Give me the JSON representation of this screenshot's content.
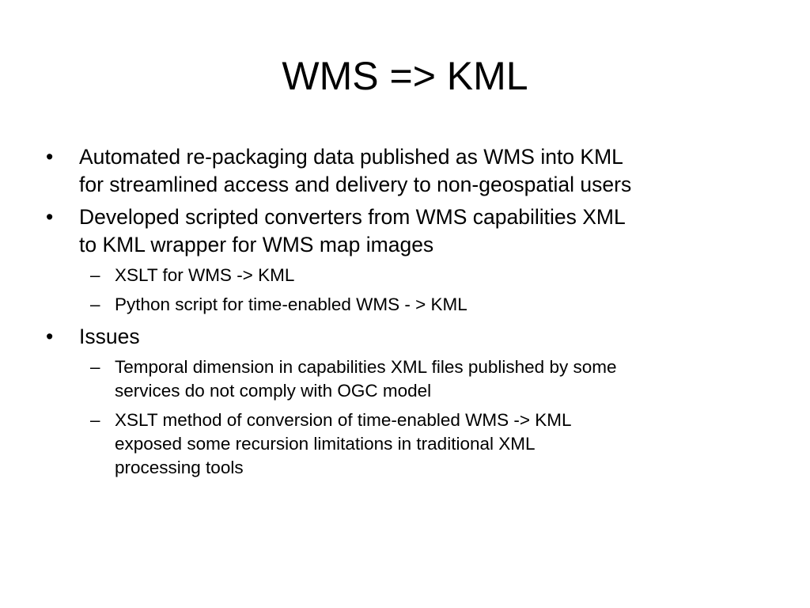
{
  "slide": {
    "title": "WMS => KML",
    "bullet_glyph": "•",
    "dash_glyph": "–",
    "items": [
      {
        "text": "Automated re-packaging data published as WMS into KML for streamlined access and delivery to non-geospatial users",
        "line1": "Automated re-packaging data published as WMS into KML",
        "line2": "for streamlined access and delivery to non-geospatial users"
      },
      {
        "line1": "Developed scripted converters from WMS capabilities XML",
        "line2": "to KML wrapper for WMS map images",
        "subitems": [
          {
            "text": "XSLT for WMS -> KML"
          },
          {
            "text": "Python script for time-enabled WMS - > KML"
          }
        ]
      },
      {
        "text": "Issues",
        "subitems": [
          {
            "line1": "Temporal dimension in capabilities XML files published by some",
            "line2": "services do not comply with OGC model"
          },
          {
            "line1": "XSLT method of conversion of time-enabled WMS -> KML",
            "line2": "exposed some recursion limitations in traditional XML",
            "line3": "processing tools"
          }
        ]
      }
    ]
  }
}
